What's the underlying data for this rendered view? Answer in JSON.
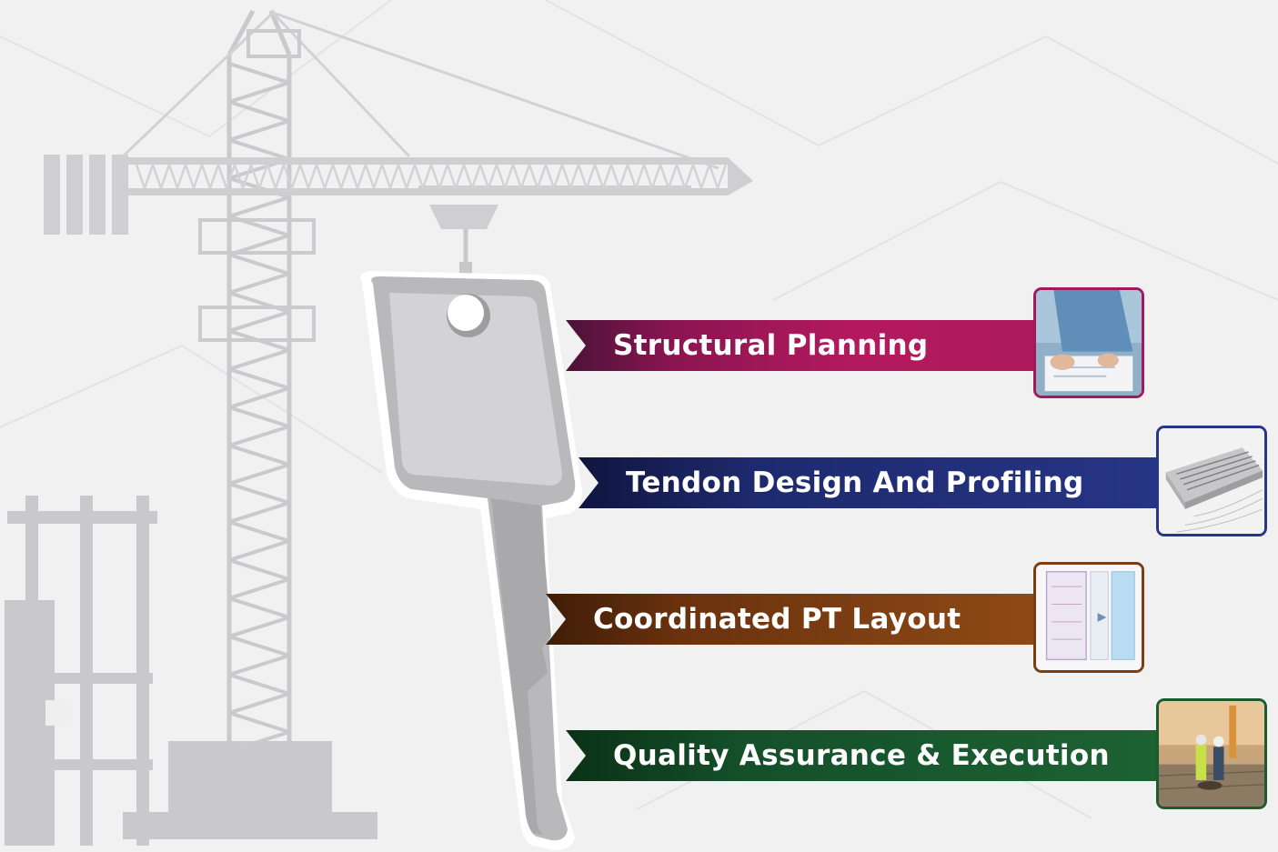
{
  "items": [
    {
      "label": "Structural Planning",
      "color": "#ae1a5c",
      "image": "engineer-drawing-plans"
    },
    {
      "label": "Tendon Design And Profiling",
      "color": "#263585",
      "image": "tendon-slab-render"
    },
    {
      "label": "Coordinated PT Layout",
      "color": "#8e4a16",
      "image": "pt-layout-drawing"
    },
    {
      "label": "Quality Assurance & Execution",
      "color": "#1d6233",
      "image": "site-engineers-inspection"
    }
  ],
  "illustration": {
    "crane": "tower-crane-icon",
    "key": "key-icon",
    "building": "building-frame-icon"
  }
}
